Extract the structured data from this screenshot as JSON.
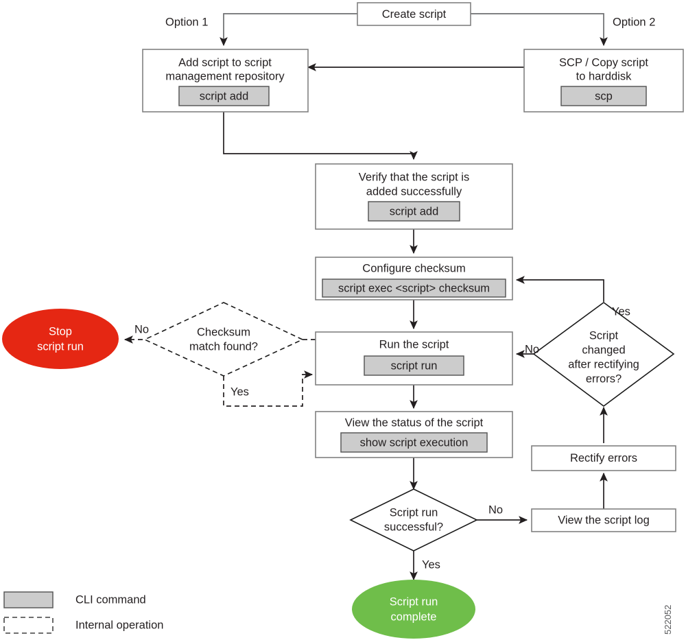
{
  "figure": {
    "id_label": "522052",
    "nodes": {
      "create_script": {
        "label": "Create script"
      },
      "add_script": {
        "line1": "Add script to script",
        "line2": "management repository",
        "command": "script add"
      },
      "scp_copy": {
        "line1": "SCP / Copy script",
        "line2": "to harddisk",
        "command": "scp"
      },
      "verify_added": {
        "line1": "Verify that the script is",
        "line2": "added successfully",
        "command": "script add"
      },
      "configure_checksum": {
        "line1": "Configure checksum",
        "command": "script exec <script> checksum"
      },
      "run_script": {
        "line1": "Run the script",
        "command": "script run"
      },
      "view_status": {
        "line1": "View the status of the script",
        "command": "show script execution"
      },
      "checksum_decision": {
        "line1": "Checksum",
        "line2": "match found?"
      },
      "script_run_decision": {
        "line1": "Script run",
        "line2": "successful?"
      },
      "script_changed_decision": {
        "line1": "Script",
        "line2": "changed",
        "line3": "after rectifying",
        "line4": "errors?"
      },
      "view_log": {
        "label": "View the script log"
      },
      "rectify_errors": {
        "label": "Rectify errors"
      },
      "stop_script_run": {
        "line1": "Stop",
        "line2": "script run",
        "color": "#e52713"
      },
      "script_run_complete": {
        "line1": "Script run",
        "line2": "complete",
        "color": "#6fbe4a"
      }
    },
    "edge_labels": {
      "option1": "Option 1",
      "option2": "Option 2",
      "checksum_no": "No",
      "checksum_yes": "Yes",
      "run_no": "No",
      "run_yes": "Yes",
      "changed_no": "No",
      "changed_yes": "Yes"
    },
    "legend": {
      "cli_command": "CLI command",
      "internal_operation": "Internal operation",
      "cli_swatch_color": "#cccccc"
    }
  }
}
